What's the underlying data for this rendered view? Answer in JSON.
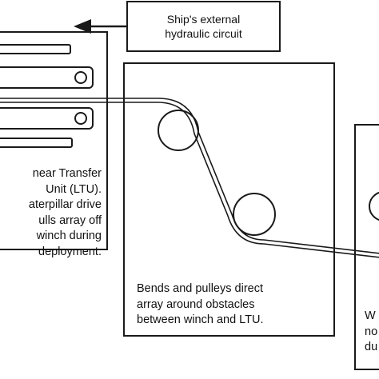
{
  "callout": {
    "lines": [
      "Ship's external",
      "hydraulic circuit"
    ]
  },
  "ltu": {
    "lines": [
      "near Transfer",
      "Unit (LTU).",
      "aterpillar drive",
      "ulls array off",
      "winch during",
      "deployment."
    ]
  },
  "bends": {
    "lines": [
      "Bends and pulleys direct",
      "array around obstacles",
      "between winch and LTU."
    ]
  },
  "winch": {
    "lines": [
      "W",
      "no",
      "du"
    ]
  },
  "colors": {
    "stroke": "#1a1a1a",
    "background": "#ffffff"
  }
}
